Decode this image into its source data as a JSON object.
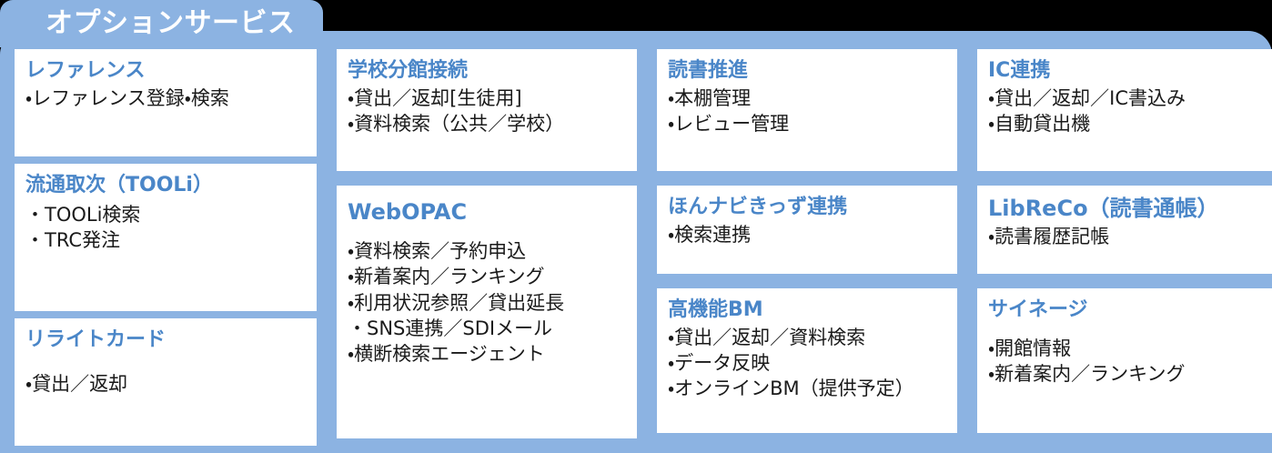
{
  "header": {
    "tab_title": "オプションサービス"
  },
  "colors": {
    "panel_blue": "#8cb3e2",
    "heading_blue": "#4a86c8",
    "card_background": "#ffffff",
    "body_text": "#1a1a1a",
    "page_background": "#000000"
  },
  "columns": [
    {
      "name": "column-1",
      "cards": [
        {
          "title": "レファレンス",
          "items": [
            "・レファレンス登録・検索"
          ]
        },
        {
          "title": "流通取次（TOOLi）",
          "items": [
            "・TOOLi検索",
            "・TRC発注"
          ]
        },
        {
          "title": "リライトカード",
          "items": [
            "・貸出／返却"
          ]
        }
      ]
    },
    {
      "name": "column-2",
      "cards": [
        {
          "title": "学校分館接続",
          "items": [
            "・貸出／返却[生徒用]",
            "・資料検索（公共／学校）"
          ]
        },
        {
          "title": "WebOPAC",
          "items": [
            "・資料検索／予約申込",
            "・新着案内／ランキング",
            "・利用状況参照／貸出延長",
            "・SNS連携／SDIメール",
            "・横断検索エージェント"
          ]
        }
      ]
    },
    {
      "name": "column-3",
      "cards": [
        {
          "title": "読書推進",
          "items": [
            "・本棚管理",
            "・レビュー管理"
          ]
        },
        {
          "title": "ほんナビきっず連携",
          "items": [
            "・検索連携"
          ]
        },
        {
          "title": "高機能BM",
          "items": [
            "・貸出／返却／資料検索",
            "・データ反映",
            "・オンラインBM（提供予定）"
          ]
        }
      ]
    },
    {
      "name": "column-4",
      "cards": [
        {
          "title": "IC連携",
          "items": [
            "・貸出／返却／IC書込み",
            "・自動貸出機"
          ]
        },
        {
          "title": "LibReCo（読書通帳）",
          "items": [
            "・読書履歴記帳"
          ]
        },
        {
          "title": "サイネージ",
          "items": [
            "・開館情報",
            "・新着案内／ランキング"
          ]
        }
      ]
    }
  ]
}
